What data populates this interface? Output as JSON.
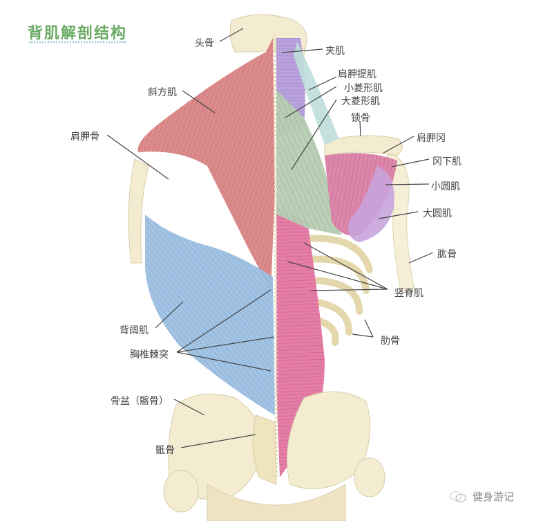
{
  "title": "背肌解剖结构",
  "colors": {
    "title": "#6aaa64",
    "trapezius": "#d9797a",
    "latissimus": "#8fb6dc",
    "erector": "#e07aa2",
    "splenius": "#b49ad6",
    "levator": "#b9dbd8",
    "rhomboid": "#a8c7a3",
    "infraspinatus": "#d97aa0",
    "teres": "#c39ad8",
    "bone": "#f3ebc8",
    "leader_line": "#444444"
  },
  "labels": {
    "skull": "头骨",
    "splenius": "夹肌",
    "levator_scapulae": "肩胛提肌",
    "rhomboid_minor": "小菱形肌",
    "rhomboid_major": "大菱形肌",
    "trapezius": "斜方肌",
    "clavicle": "锁骨",
    "scapula": "肩胛骨",
    "scapular_spine": "肩胛冈",
    "infraspinatus": "冈下肌",
    "teres_minor": "小圆肌",
    "teres_major": "大圆肌",
    "humerus": "肱骨",
    "erector_spinae": "竖脊肌",
    "ribs": "肋骨",
    "latissimus_dorsi": "背阔肌",
    "thoracic_spinous_process": "胸椎棘突",
    "pelvis_ilium": "骨盆（髂骨）",
    "sacrum": "骶骨"
  },
  "watermark": {
    "icon": "wechat-icon",
    "text": "健身游记"
  }
}
